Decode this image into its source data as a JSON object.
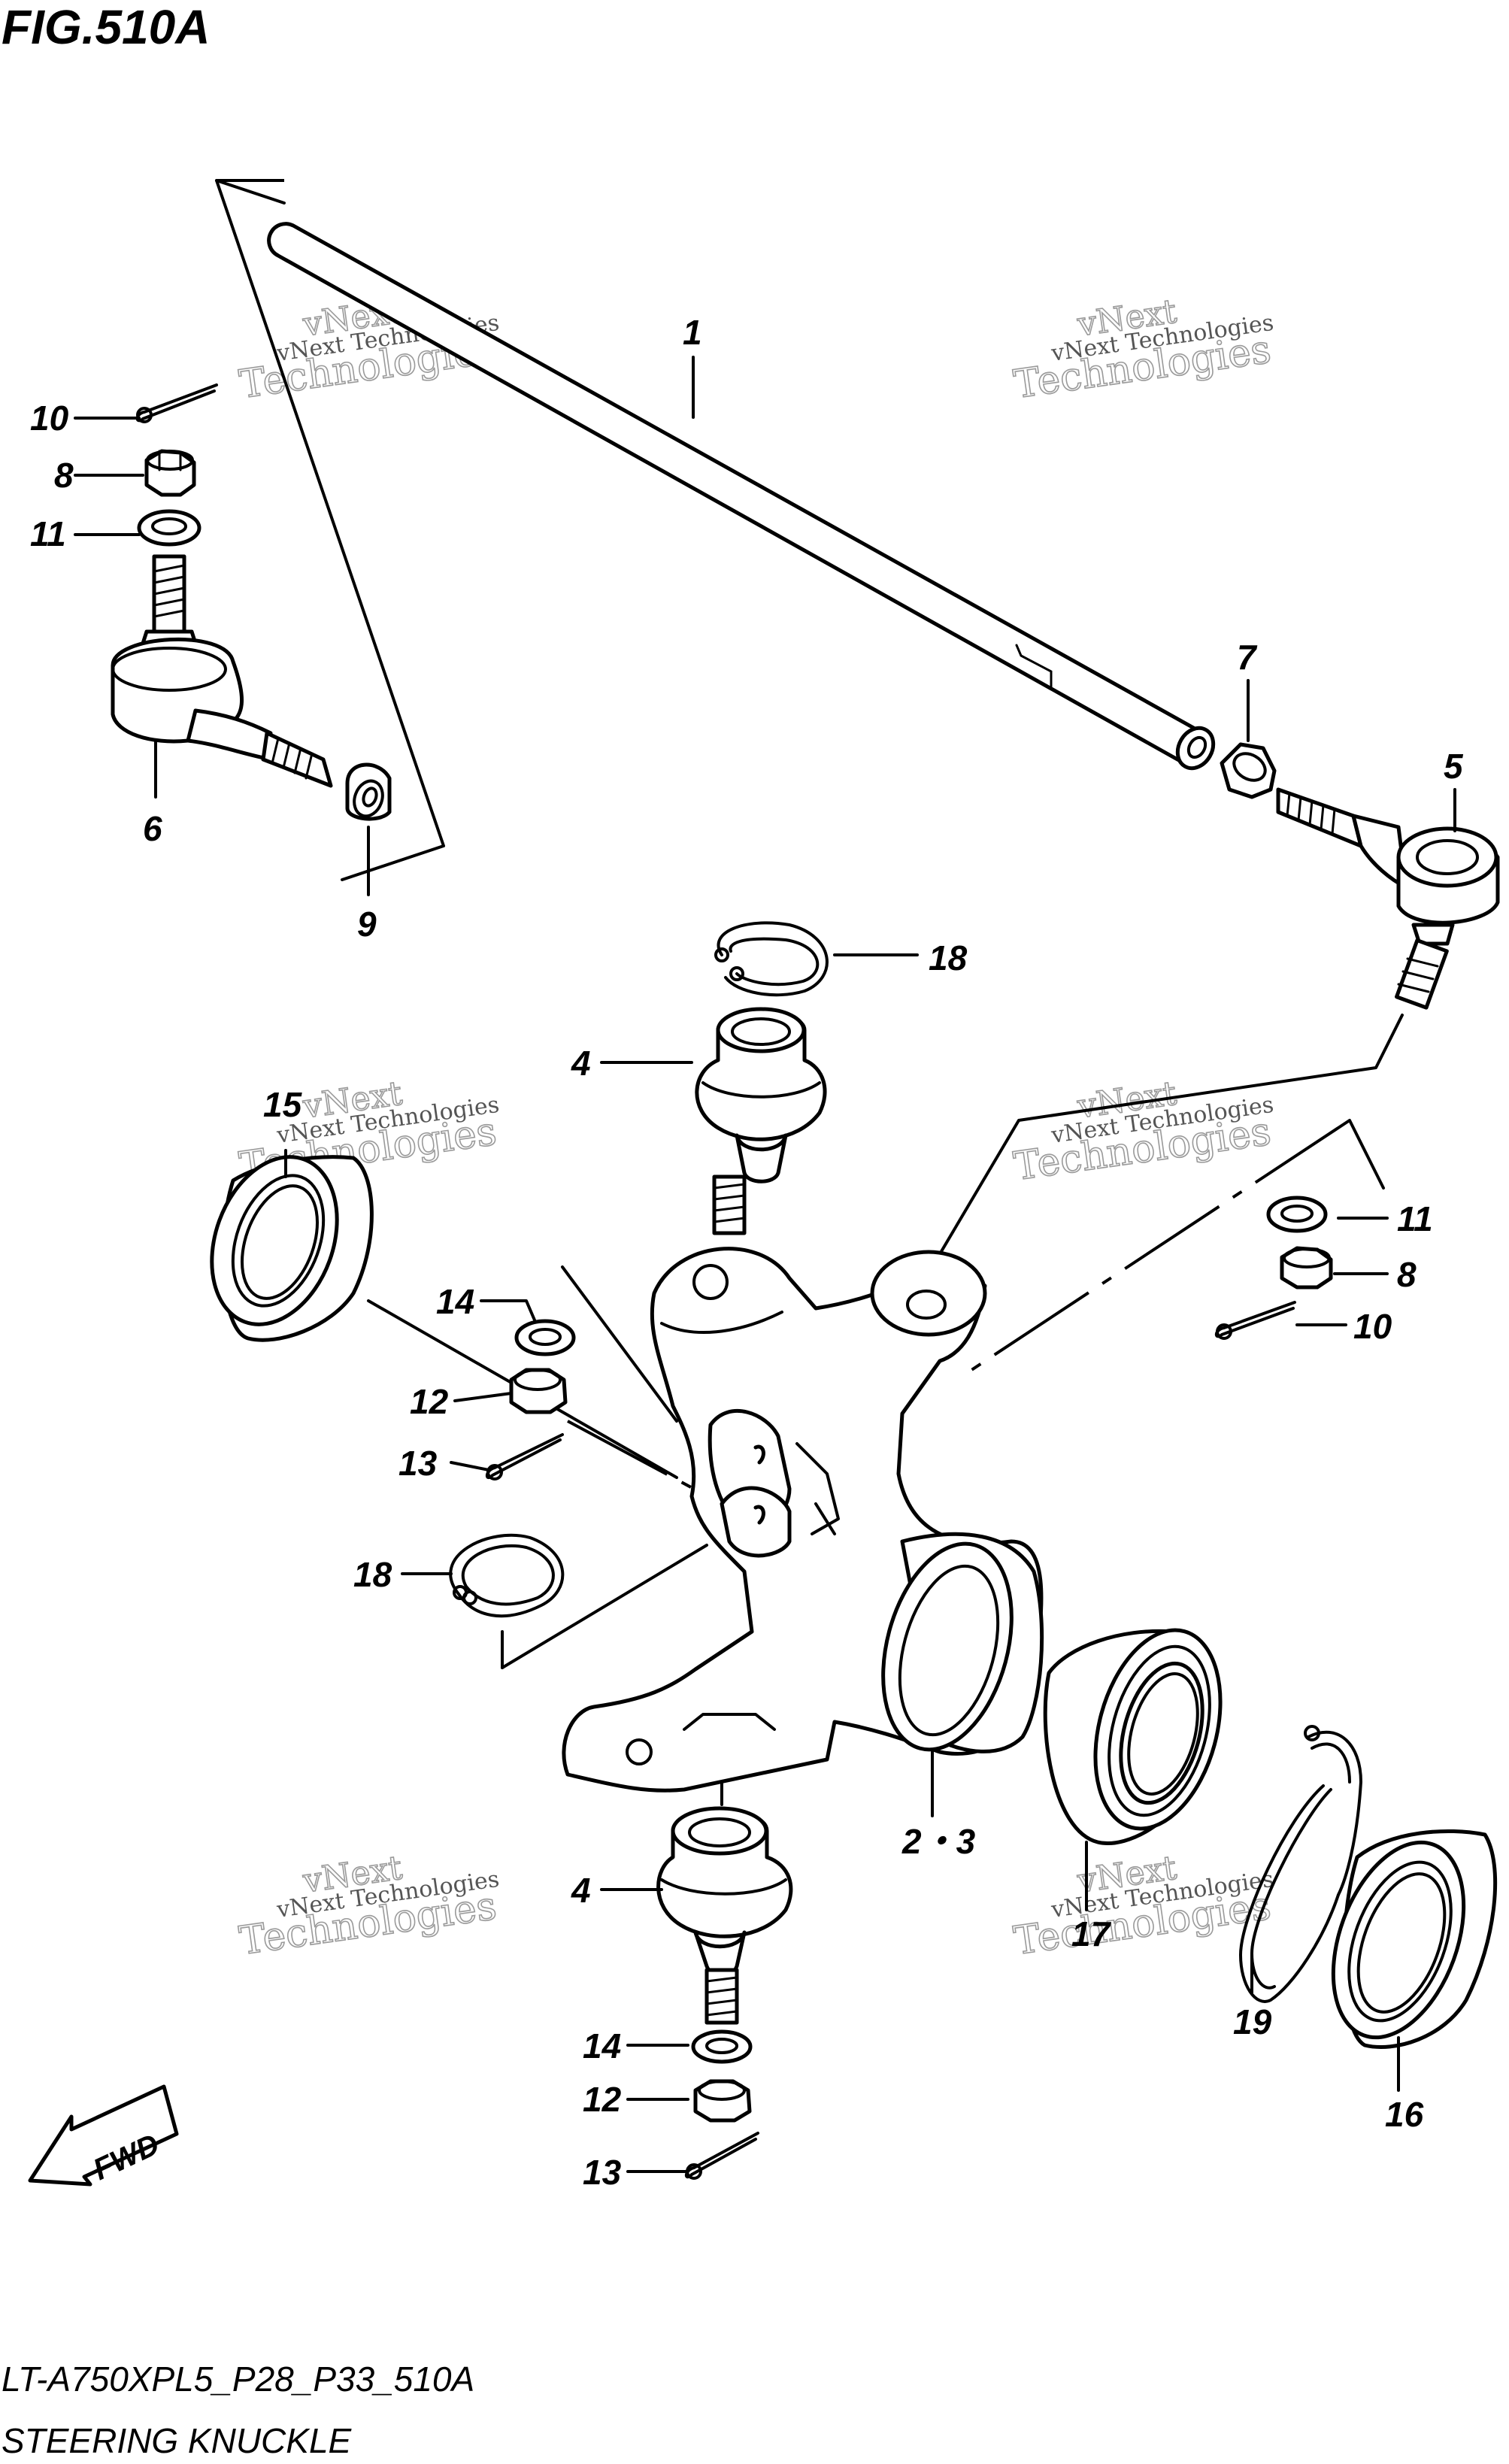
{
  "figure": {
    "title": "FIG.510A",
    "model_code": "LT-A750XPL5_P28_P33_510A",
    "name": "STEERING KNUCKLE",
    "direction_label": "FWD"
  },
  "watermark": {
    "line1": "vNext Technologies",
    "line2": "vNext",
    "line3": "Technologies"
  },
  "callouts": [
    {
      "id": "c1",
      "number": "1"
    },
    {
      "id": "c10a",
      "number": "10"
    },
    {
      "id": "c8a",
      "number": "8"
    },
    {
      "id": "c11a",
      "number": "11"
    },
    {
      "id": "c6",
      "number": "6"
    },
    {
      "id": "c9",
      "number": "9"
    },
    {
      "id": "c7",
      "number": "7"
    },
    {
      "id": "c5",
      "number": "5"
    },
    {
      "id": "c18a",
      "number": "18"
    },
    {
      "id": "c4a",
      "number": "4"
    },
    {
      "id": "c15",
      "number": "15"
    },
    {
      "id": "c11b",
      "number": "11"
    },
    {
      "id": "c8b",
      "number": "8"
    },
    {
      "id": "c10b",
      "number": "10"
    },
    {
      "id": "c14a",
      "number": "14"
    },
    {
      "id": "c12a",
      "number": "12"
    },
    {
      "id": "c13a",
      "number": "13"
    },
    {
      "id": "c18b",
      "number": "18"
    },
    {
      "id": "c23",
      "number": "2・3"
    },
    {
      "id": "c4b",
      "number": "4"
    },
    {
      "id": "c17",
      "number": "17"
    },
    {
      "id": "c19",
      "number": "19"
    },
    {
      "id": "c16",
      "number": "16"
    },
    {
      "id": "c14b",
      "number": "14"
    },
    {
      "id": "c12b",
      "number": "12"
    },
    {
      "id": "c13b",
      "number": "13"
    }
  ]
}
